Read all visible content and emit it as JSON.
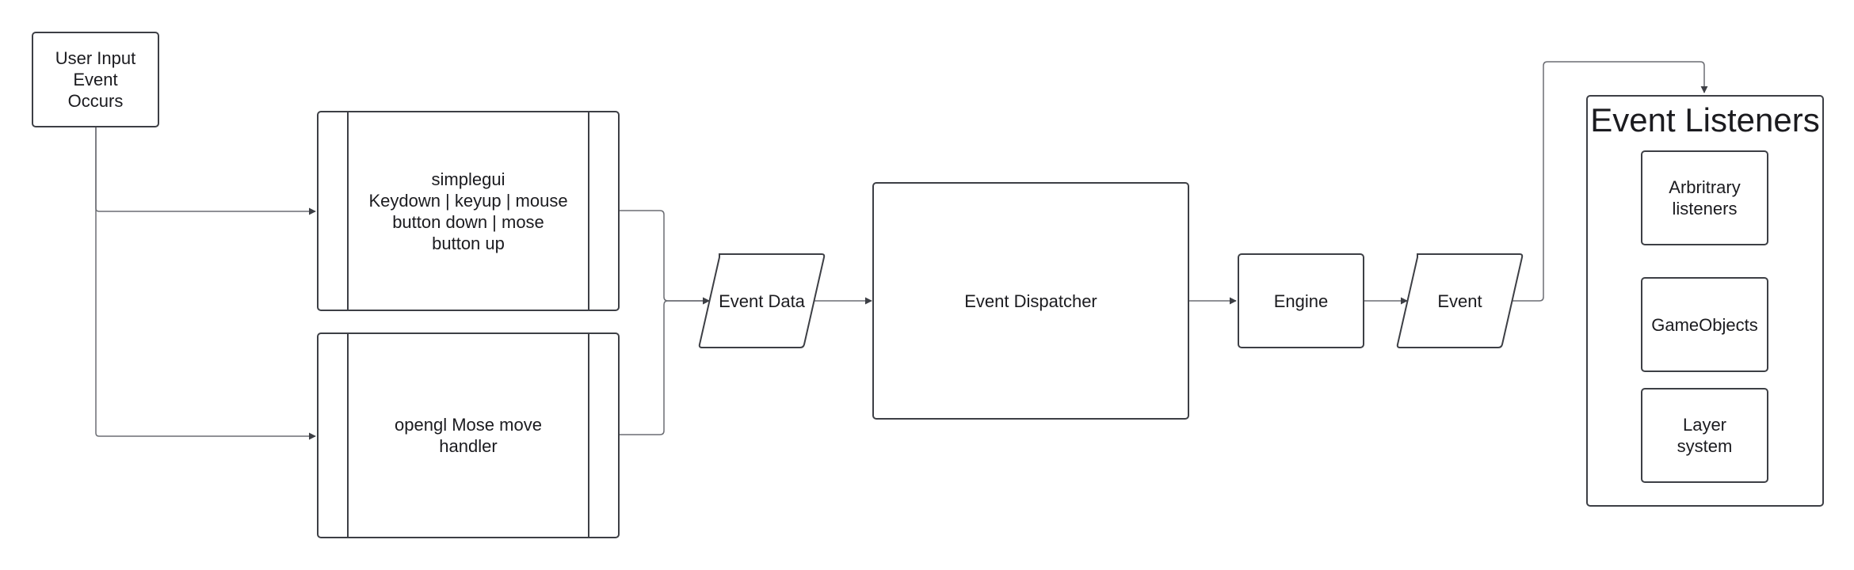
{
  "diagram": {
    "nodes": {
      "user_input": "User Input\nEvent\nOccurs",
      "simplegui": "simplegui\nKeydown | keyup | mouse\nbutton down | mose\nbutton up",
      "opengl": "opengl Mose move\nhandler",
      "event_data": "Event Data",
      "dispatcher": "Event Dispatcher",
      "engine": "Engine",
      "event": "Event",
      "listeners_title": "Event Listeners",
      "arbitrary": "Arbritrary\nlisteners",
      "gameobjects": "GameObjects",
      "layer": "Layer\nsystem"
    }
  },
  "colors": {
    "stroke": "#3d3f45",
    "connector": "#6b6d73",
    "background": "#ffffff",
    "text": "#1b1b1f"
  }
}
